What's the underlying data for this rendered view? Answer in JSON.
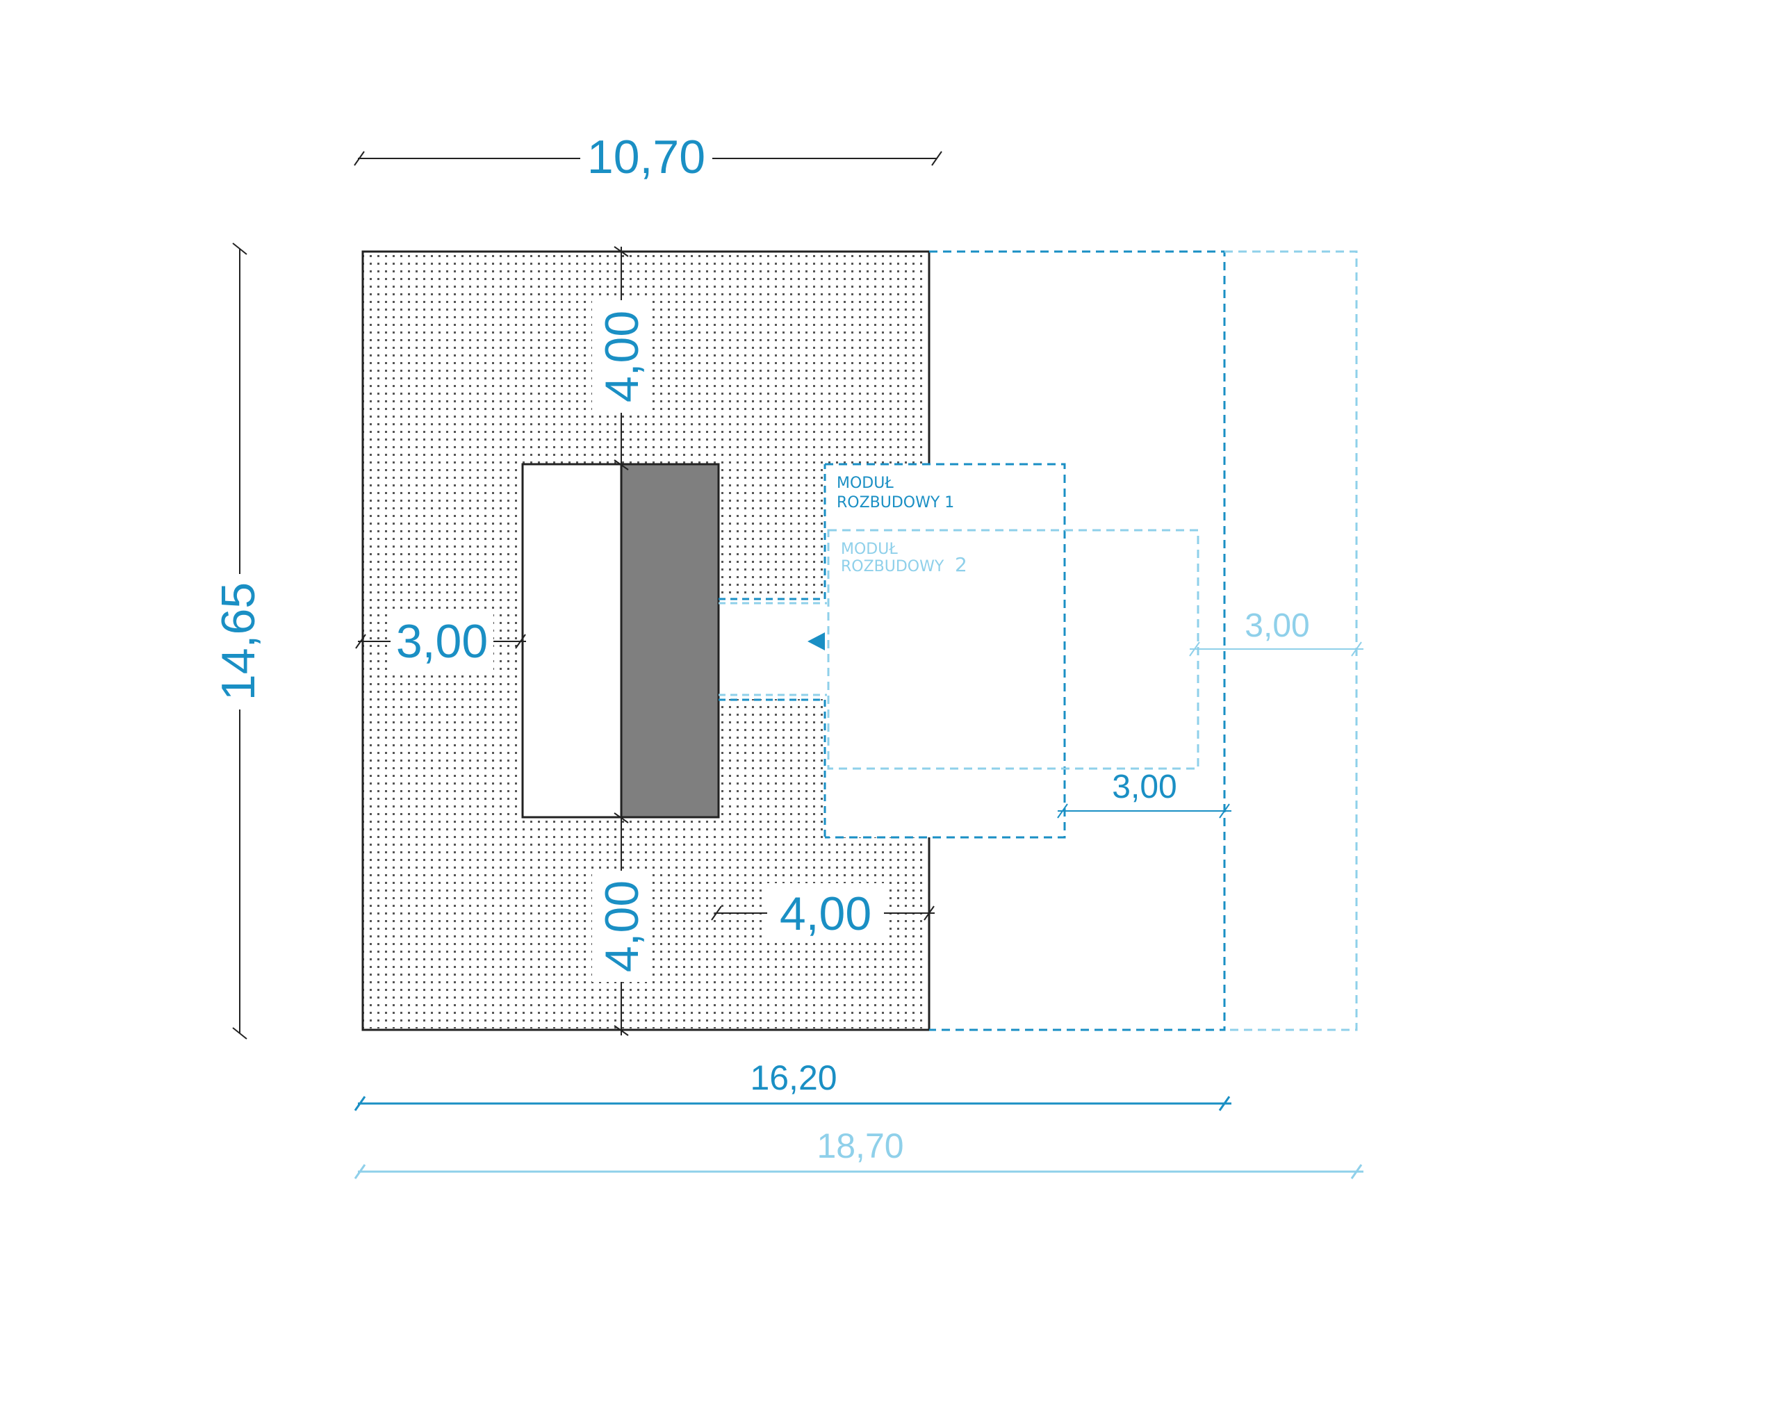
{
  "colors": {
    "blue": "#1a8fc4",
    "light_blue": "#8fd0ea",
    "dark_gray": "#7f7f7f",
    "black": "#222222",
    "dot": "#555555"
  },
  "dimensions": {
    "total_width_base": "10,70",
    "total_height": "14,65",
    "top_offset": "4,00",
    "bottom_offset": "4,00",
    "left_offset": "3,00",
    "right_offset": "4,00",
    "module_extension_1": "3,00",
    "module_extension_2": "3,00",
    "total_width_module_1": "16,20",
    "total_width_module_2": "18,70"
  },
  "modules": {
    "module_1": {
      "line1": "MODUŁ",
      "line2": "ROZBUDOWY 1"
    },
    "module_2": {
      "line1": "MODUŁ",
      "line2": "ROZBUDOWY",
      "number": "2"
    }
  }
}
